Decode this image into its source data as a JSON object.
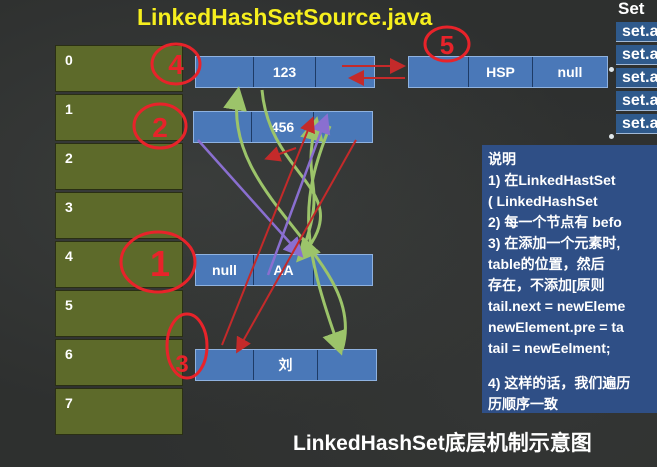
{
  "title": "LinkedHashSetSource.java",
  "table": {
    "indices": [
      "0",
      "1",
      "2",
      "3",
      "4",
      "5",
      "6",
      "7"
    ]
  },
  "nodes": {
    "n0": [
      "",
      "123",
      ""
    ],
    "hsp": [
      "",
      "HSP",
      "null"
    ],
    "n1": [
      "",
      "456",
      ""
    ],
    "n4": [
      "null",
      "AA",
      ""
    ],
    "n6": [
      "",
      "刘",
      ""
    ]
  },
  "right_list": {
    "header": "Set",
    "items": [
      "set.a",
      "set.a",
      "set.a",
      "set.a",
      "set.a"
    ]
  },
  "notes": {
    "heading": "说明",
    "lines": [
      "1)  在LinkedHastSet",
      "     ( LinkedHashSet",
      "2)  每一个节点有 befo",
      "3)  在添加一个元素时,",
      "      table的位置，然后",
      "      存在，不添加[原则",
      "tail.next = newEleme",
      "newElement.pre = ta",
      "tail = newEelment;",
      "",
      "4)  这样的话，我们遍历",
      "      历顺序一致"
    ]
  },
  "annotations": [
    "4",
    "5",
    "2",
    "1",
    "3"
  ],
  "footer": "LinkedHashSet底层机制示意图",
  "colors": {
    "title": "#f6ef1e",
    "table_cell": "#5d6a2a",
    "node": "#4a78b8",
    "red_ink": "#e8232a",
    "green_arrow": "#9cc46a",
    "purple_arrow": "#8a6fd0",
    "darkred_arrow": "#c42a2a"
  }
}
